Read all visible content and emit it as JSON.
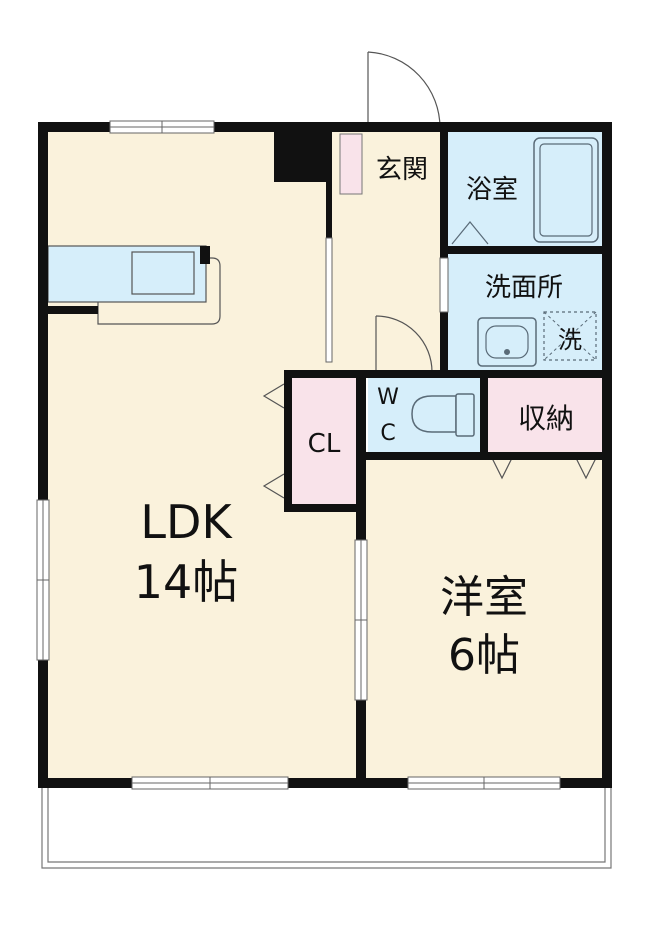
{
  "rooms": {
    "ldk": {
      "name": "LDK",
      "size": "14帖"
    },
    "western": {
      "name": "洋室",
      "size": "6帖"
    },
    "entrance": {
      "name": "玄関"
    },
    "bath": {
      "name": "浴室"
    },
    "washroom": {
      "name": "洗面所"
    },
    "washer": {
      "name": "洗"
    },
    "wc": {
      "top": "W",
      "bottom": "C"
    },
    "storage": {
      "name": "収納"
    },
    "closet": {
      "name": "CL"
    }
  },
  "colors": {
    "floor": "#faf2dc",
    "wet_area": "#d6eefa",
    "storage": "#f9e3ea",
    "wall": "#111111",
    "fixture": "#5a6b78"
  }
}
